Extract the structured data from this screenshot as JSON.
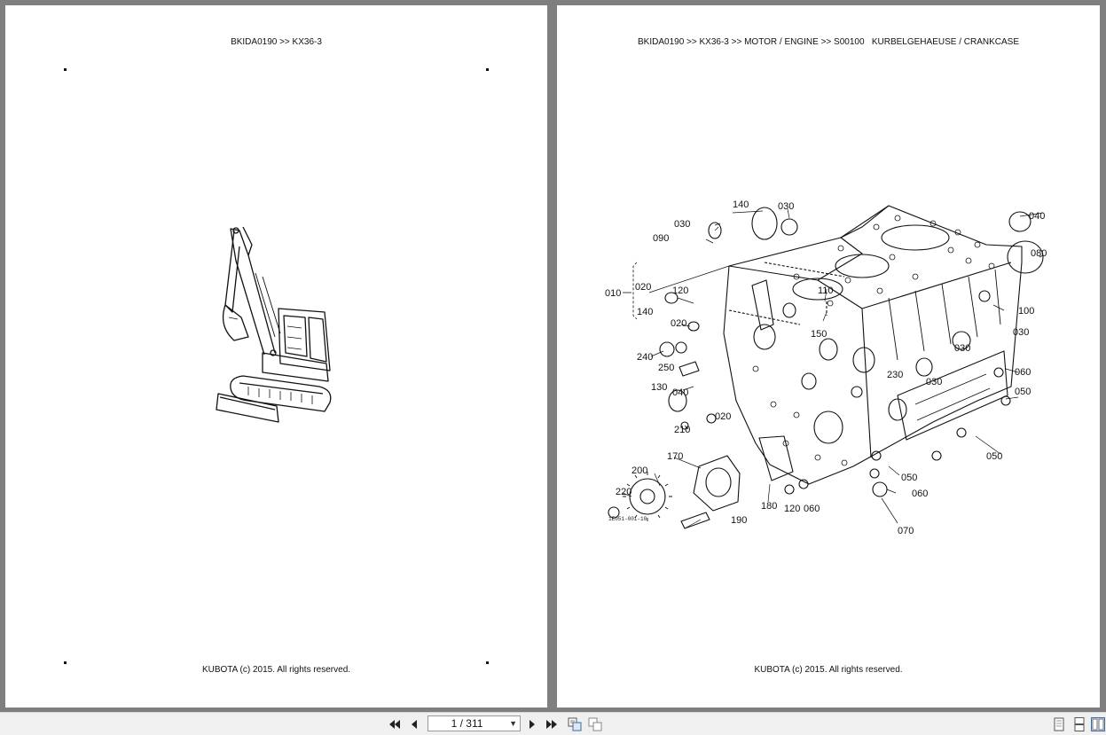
{
  "left_page": {
    "header": "BKIDA0190 >> KX36-3",
    "footer": "KUBOTA (c) 2015. All rights reserved."
  },
  "right_page": {
    "header": "BKIDA0190 >> KX36-3 >> MOTOR / ENGINE >> S00100   KURBELGEHAEUSE / CRANKCASE",
    "footer": "KUBOTA (c) 2015. All rights reserved.",
    "figure_id": "1E051-001-10",
    "callouts": {
      "c140a": "140",
      "c030a": "030",
      "c030b": "030",
      "c090": "090",
      "c010": "010",
      "c020a": "020",
      "c140b": "140",
      "c120a": "120",
      "c110": "110",
      "c020b": "020",
      "c150": "150",
      "c240": "240",
      "c250": "250",
      "c130": "130",
      "c040a": "040",
      "c020c": "020",
      "c210": "210",
      "c170": "170",
      "c200": "200",
      "c220": "220",
      "c190": "190",
      "c180": "180",
      "c120b": "120",
      "c060a": "060",
      "c040b": "040",
      "c080": "080",
      "c100": "100",
      "c030c": "030",
      "c030d": "030",
      "c060b": "060",
      "c230": "230",
      "c030e": "030",
      "c050a": "050",
      "c050b": "050",
      "c050c": "050",
      "c060c": "060",
      "c070": "070"
    }
  },
  "toolbar": {
    "page_indicator": "1 / 311",
    "icons": [
      "first-page-icon",
      "prev-page-icon",
      "next-page-icon",
      "last-page-icon",
      "two-page-view-icon",
      "single-page-view-icon",
      "single-page-layout-icon",
      "continuous-layout-icon",
      "two-up-layout-icon"
    ]
  }
}
